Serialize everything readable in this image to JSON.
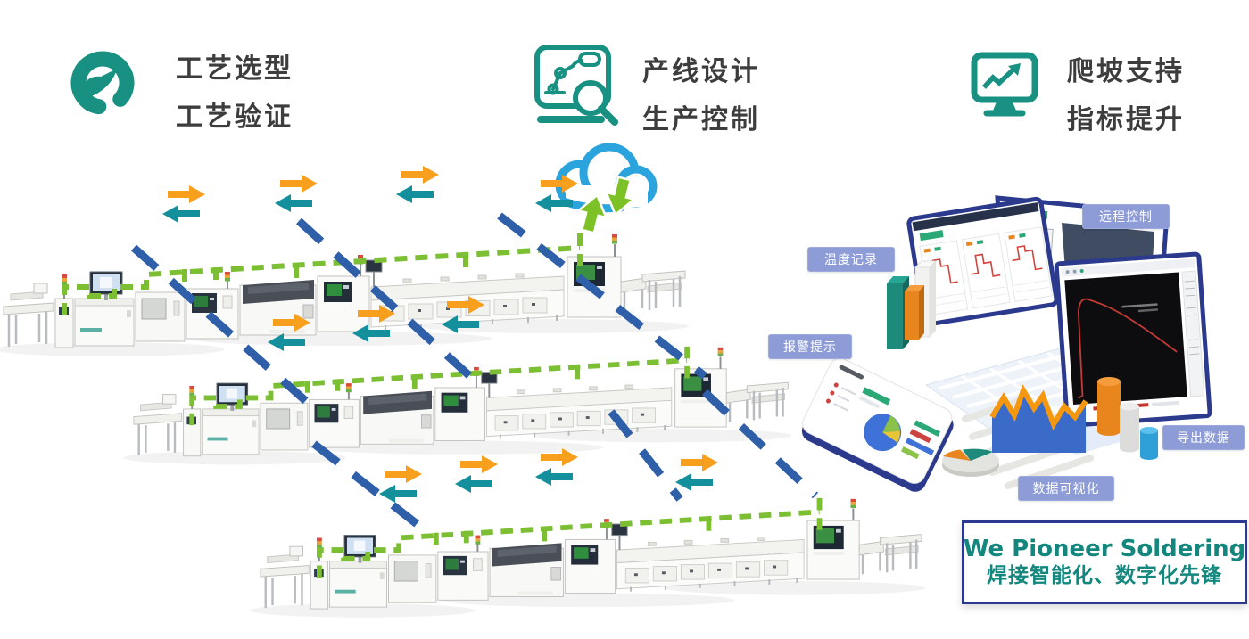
{
  "features": [
    {
      "icon": "gauge-icon",
      "line1": "工艺选型",
      "line2": "工艺验证"
    },
    {
      "icon": "robot-inspect-icon",
      "line1": "产线设计",
      "line2": "生产控制"
    },
    {
      "icon": "monitor-chart-icon",
      "line1": "爬坡支持",
      "line2": "指标提升"
    }
  ],
  "dashboard_labels": {
    "temperature": "温度记录",
    "remote": "远程控制",
    "alarm": "报警提示",
    "export": "导出数据",
    "visualization": "数据可视化"
  },
  "banner": {
    "line1": "We Pioneer Soldering",
    "line2": "焊接智能化、数字化先锋"
  },
  "colors": {
    "accent_teal": "#189182",
    "arrow_orange": "#F8A01E",
    "arrow_teal": "#148F9C",
    "dash_green": "#7CBF33",
    "dash_blue": "#2E5FA8",
    "cloud_blue": "#2BA3DC",
    "cloud_arrow_green": "#7CC125",
    "badge_bg": "#8D9CD6",
    "banner_border": "#2B3990",
    "banner_text": "#13877E"
  }
}
